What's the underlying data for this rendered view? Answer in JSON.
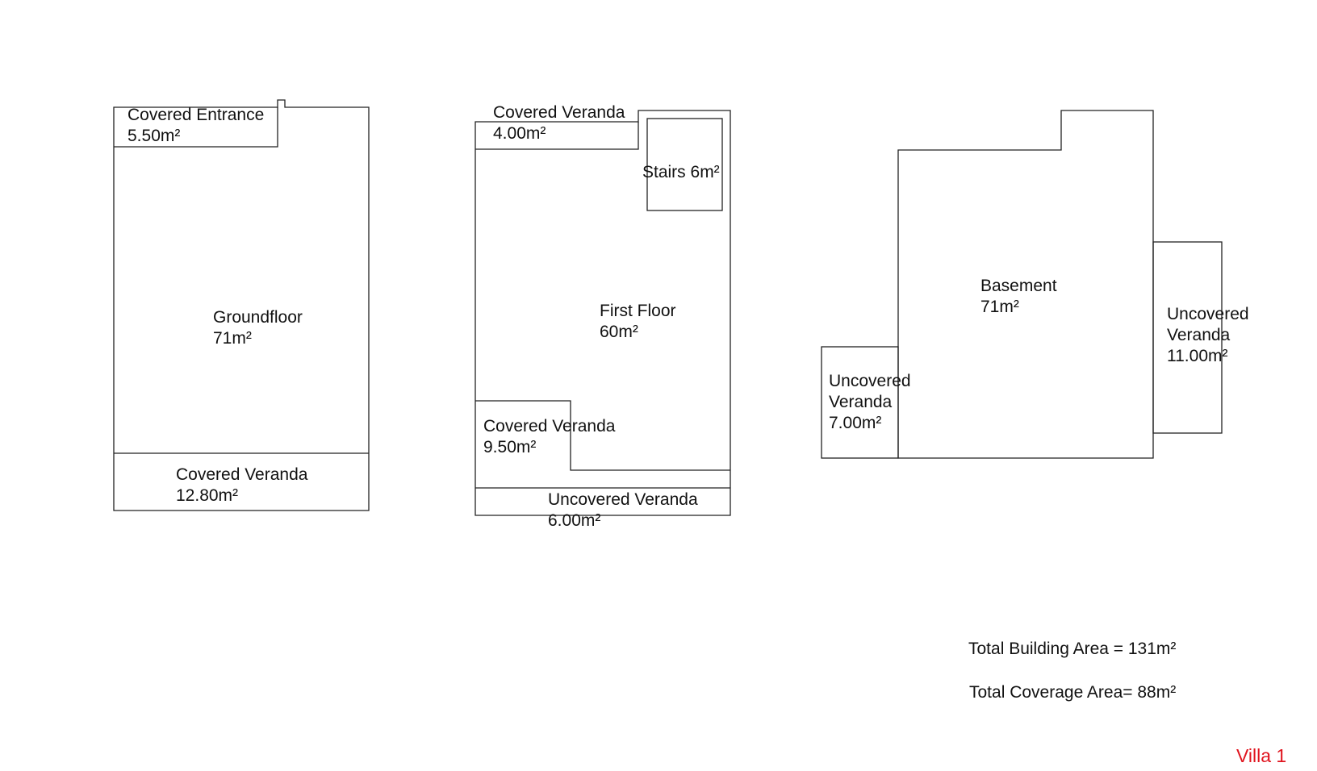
{
  "ground_floor": {
    "main_name": "Groundfloor",
    "main_area": "71m²",
    "entrance_name": "Covered Entrance",
    "entrance_area": "5.50m²",
    "veranda_name": "Covered Veranda",
    "veranda_area": "12.80m²"
  },
  "first_floor": {
    "top_veranda_name": "Covered Veranda",
    "top_veranda_area": "4.00m²",
    "stairs_label": "Stairs 6m²",
    "main_name": "First Floor",
    "main_area": "60m²",
    "covered_veranda_name": "Covered Veranda",
    "covered_veranda_area": "9.50m²",
    "uncovered_veranda_name": "Uncovered Veranda",
    "uncovered_veranda_area": "6.00m²"
  },
  "basement": {
    "main_name": "Basement",
    "main_area": "71m²",
    "left_veranda_line1": "Uncovered",
    "left_veranda_line2": "Veranda",
    "left_veranda_area": "7.00m²",
    "right_veranda_line1": "Uncovered",
    "right_veranda_line2": "Veranda",
    "right_veranda_area": "11.00m²"
  },
  "totals": {
    "building_area": "Total Building Area = 131m²",
    "coverage_area": "Total Coverage Area= 88m²"
  },
  "villa_label": "Villa 1",
  "colors": {
    "line": "#222222",
    "text": "#111111",
    "villa_label": "#e0141e"
  }
}
